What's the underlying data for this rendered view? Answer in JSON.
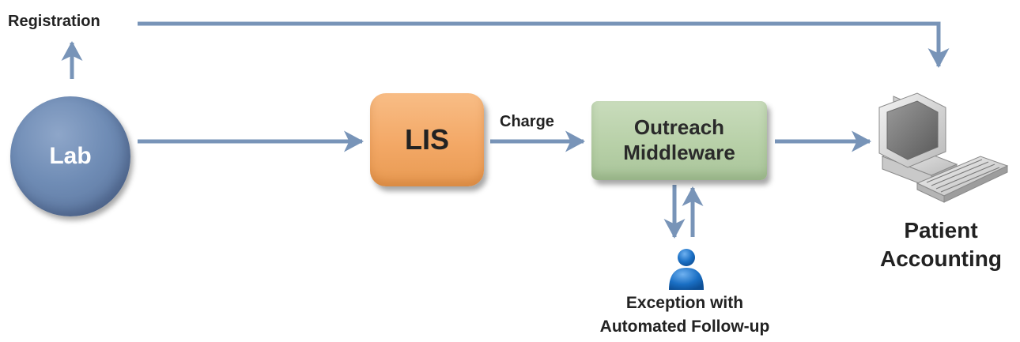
{
  "nodes": {
    "lab": "Lab",
    "lis": "LIS",
    "middleware_line1": "Outreach",
    "middleware_line2": "Middleware"
  },
  "labels": {
    "registration": "Registration",
    "charge": "Charge",
    "patient_line1": "Patient",
    "patient_line2": "Accounting",
    "exception_line1": "Exception with",
    "exception_line2": "Automated Follow-up"
  },
  "icons": {
    "person": "person-icon",
    "computer": "computer-icon"
  },
  "colors": {
    "arrow": "#7894b8",
    "lab": "#6f8cb5",
    "lis": "#f3a866",
    "middleware": "#b6cfa6",
    "person": "#1a6fc4"
  }
}
